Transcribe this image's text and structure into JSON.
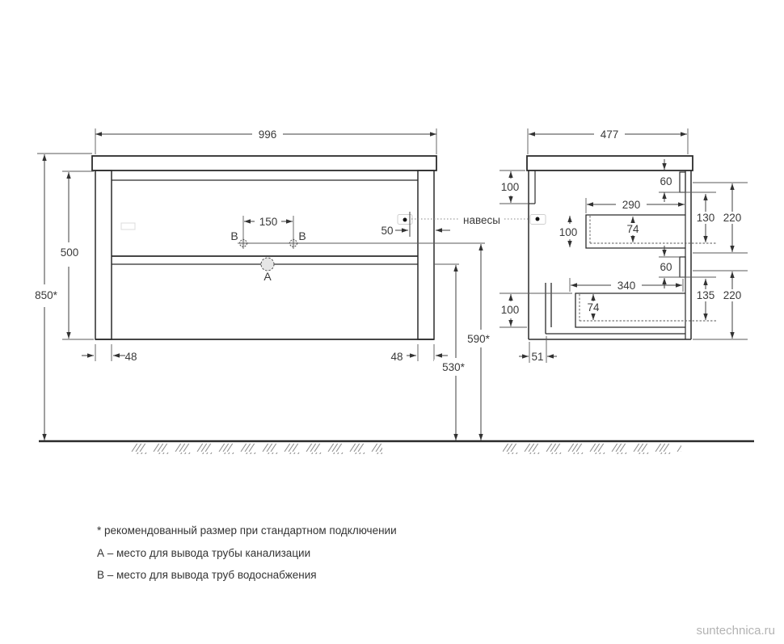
{
  "front": {
    "width": "996",
    "height_floor": "850*",
    "cabinet_height": "500",
    "supply_spacing": "150",
    "hanger_offset": "50",
    "inset_left": "48",
    "inset_right": "48",
    "supply_height": "590*",
    "drain_height": "530*",
    "marker_a": "А",
    "marker_b_left": "В",
    "marker_b_right": "В"
  },
  "side": {
    "depth": "477",
    "top_rail": "100",
    "bracket_top": "60",
    "drawer_top_depth": "290",
    "drawer_top_inner": "74",
    "drawer_top_height": "100",
    "gap_top": "130",
    "front_top": "220",
    "bracket_bottom": "60",
    "drawer_bottom_depth": "340",
    "drawer_bottom_inner": "74",
    "gap_bottom": "135",
    "front_bottom": "220",
    "bottom_rail": "100",
    "back_offset": "51"
  },
  "annotations": {
    "hangers": "навесы"
  },
  "footnotes": {
    "asterisk": "* рекомендованный размер при стандартном подключении",
    "a": "А – место для вывода трубы канализации",
    "b": "В – место для вывода труб водоснабжения"
  },
  "watermark": "suntechnica.ru",
  "colors": {
    "line": "#2b2b2b",
    "dim_text": "#3a3a3a",
    "hanger_gray": "#cfcfcf",
    "watermark": "#b3b3b3"
  }
}
